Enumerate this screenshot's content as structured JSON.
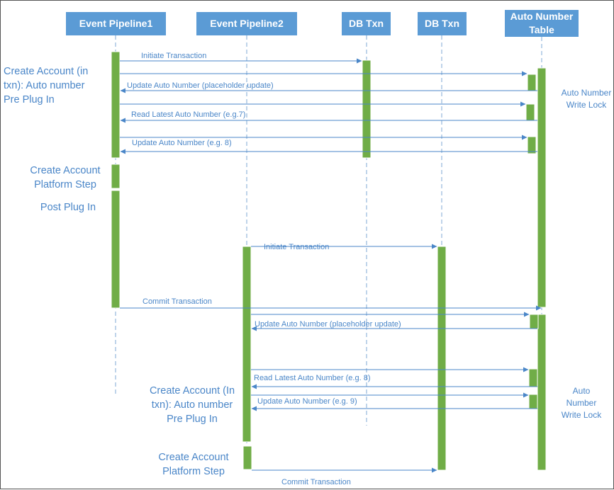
{
  "colors": {
    "header_fill": "#5b9bd5",
    "activation_fill": "#70ad47",
    "arrow": "#4a86c8",
    "lifeline": "#7fa8d6",
    "text": "#4a86c8"
  },
  "participants": [
    {
      "id": "ep1",
      "label": "Event Pipeline1"
    },
    {
      "id": "ep2",
      "label": "Event Pipeline2"
    },
    {
      "id": "dbtxn1",
      "label": "DB Txn"
    },
    {
      "id": "dbtxn2",
      "label": "DB Txn"
    },
    {
      "id": "autonum",
      "label": "Auto Number Table"
    }
  ],
  "notes": {
    "ep1_pre_plugin": "Create Account (in txn): Auto number Pre Plug In",
    "ep1_platform_step": "Create Account Platform Step",
    "ep1_post_plugin": "Post Plug In",
    "lock1": "Auto Number Write Lock",
    "ep2_pre_plugin": "Create Account (In txn): Auto number Pre Plug In",
    "ep2_platform_step": "Create Account Platform Step",
    "lock2": "Auto Number Write Lock"
  },
  "messages": [
    {
      "id": "m1",
      "label": "Initiate Transaction",
      "from": "ep1",
      "to": "dbtxn1"
    },
    {
      "id": "m2",
      "label": "",
      "from": "ep1",
      "to": "autonum"
    },
    {
      "id": "m3",
      "label": "Update Auto Number (placeholder update)",
      "from": "autonum",
      "to": "ep1"
    },
    {
      "id": "m4",
      "label": "",
      "from": "ep1",
      "to": "autonum"
    },
    {
      "id": "m5",
      "label": "Read Latest Auto Number (e.g.7)",
      "from": "autonum",
      "to": "ep1"
    },
    {
      "id": "m6",
      "label": "",
      "from": "ep1",
      "to": "autonum"
    },
    {
      "id": "m7",
      "label": "Update Auto Number (e.g. 8)",
      "from": "autonum",
      "to": "ep1"
    },
    {
      "id": "m8",
      "label": "Initiate Transaction",
      "from": "ep2",
      "to": "dbtxn2"
    },
    {
      "id": "m9",
      "label": "Commit Transaction",
      "from": "ep1",
      "to": "autonum"
    },
    {
      "id": "m10",
      "label": "",
      "from": "ep2",
      "to": "autonum"
    },
    {
      "id": "m11",
      "label": "Update  Auto Number (placeholder update)",
      "from": "autonum",
      "to": "ep2"
    },
    {
      "id": "m12",
      "label": "",
      "from": "ep2",
      "to": "autonum"
    },
    {
      "id": "m13",
      "label": "Read Latest Auto Number (e.g. 8)",
      "from": "autonum",
      "to": "ep2"
    },
    {
      "id": "m14",
      "label": "",
      "from": "ep2",
      "to": "autonum"
    },
    {
      "id": "m15",
      "label": "Update Auto Number (e.g. 9)",
      "from": "autonum",
      "to": "ep2"
    },
    {
      "id": "m16",
      "label": "Commit Transaction",
      "from": "ep2",
      "to": "dbtxn2"
    }
  ]
}
